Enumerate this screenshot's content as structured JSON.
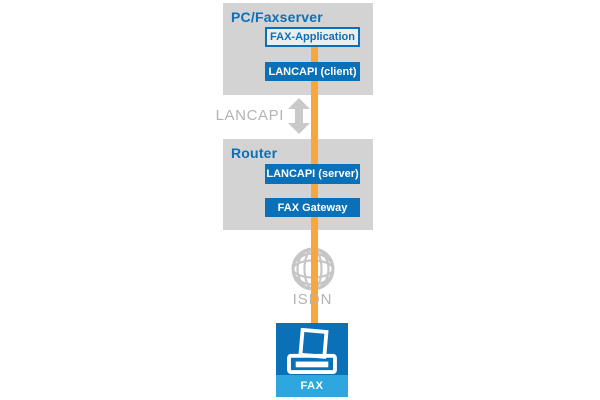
{
  "colors": {
    "brand_blue": "#0a70b8",
    "light_blue": "#2ea7de",
    "accent_orange": "#f9a73c",
    "panel_gray": "#d3d3d3",
    "shape_gray": "#c6c6c6",
    "muted_text_gray": "#b3b3b3",
    "outlined_box_fill": "#ededed",
    "white": "#ffffff"
  },
  "diagram": {
    "pc_group": {
      "title": "PC/Faxserver",
      "app_box_label": "FAX-Application",
      "client_box_label": "LANCAPI (client)"
    },
    "link": {
      "label": "LANCAPI",
      "icon": "double-arrow-icon"
    },
    "router_group": {
      "title": "Router",
      "server_box_label": "LANCAPI (server)",
      "gateway_box_label": "FAX Gateway"
    },
    "network": {
      "label": "ISDN",
      "icon": "globe-icon"
    },
    "fax_device": {
      "label": "FAX",
      "icon": "fax-printer-icon"
    }
  }
}
